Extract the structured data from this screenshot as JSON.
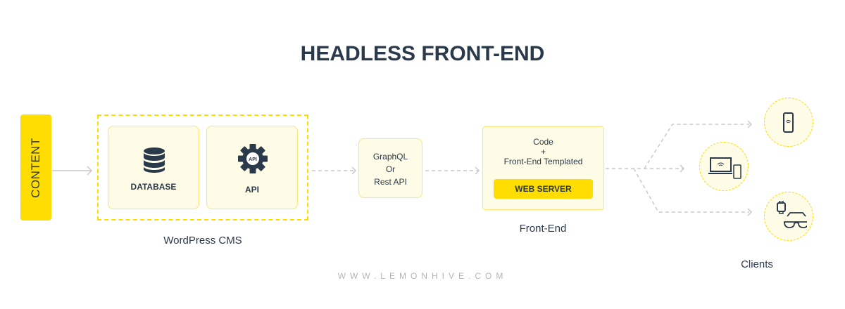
{
  "title": "HEADLESS FRONT-END",
  "content_label": "CONTENT",
  "cms": {
    "label": "WordPress CMS",
    "database": "DATABASE",
    "api": "API",
    "api_badge": "API"
  },
  "middleware": {
    "line1": "GraphQL",
    "line2": "Or",
    "line3": "Rest API"
  },
  "frontend": {
    "line1": "Code",
    "line2": "+",
    "line3": "Front-End Templated",
    "web_server": "WEB SERVER",
    "label": "Front-End"
  },
  "clients_label": "Clients",
  "website": "WWW.LEMONHIVE.COM",
  "colors": {
    "accent": "#FFDD00",
    "card_bg": "#FEFBE6",
    "text": "#2b3a4a"
  }
}
